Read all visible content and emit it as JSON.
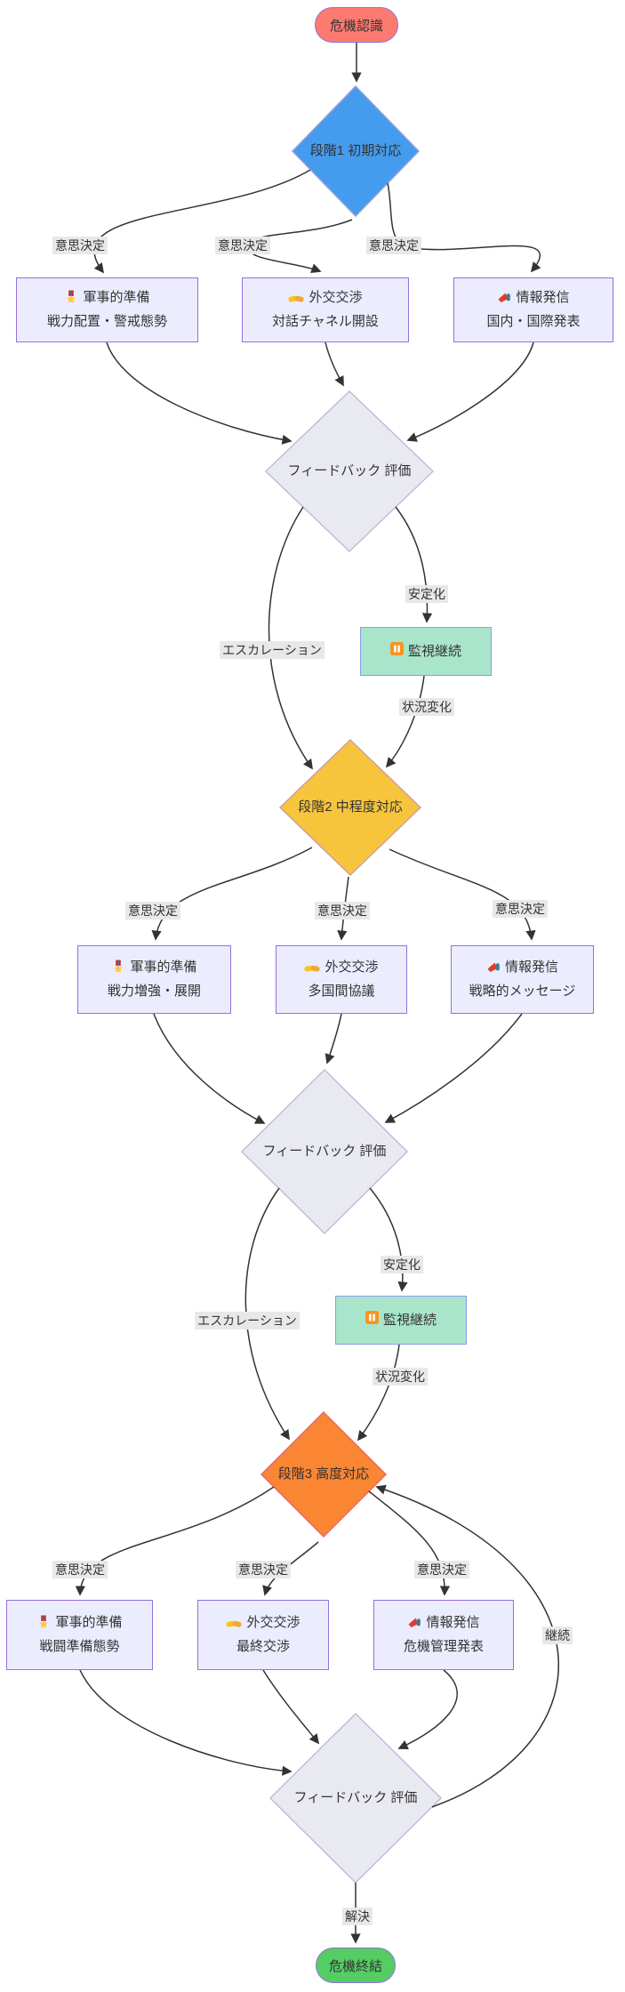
{
  "diagram_title": "crisis-response-flowchart",
  "colors": {
    "start_node": "#FC7A70",
    "end_node": "#54CE63",
    "stage1": "#459BED",
    "stage2": "#F7C53C",
    "stage3": "#FA8532",
    "action_box": "#ECECFF",
    "action_border": "#9370DB",
    "feedback": "#E9EAF1",
    "monitor_box": "#A9E5CB",
    "pause_icon": "#F7941D",
    "edge": "#333333",
    "edge_label_bg": "#E8E8E8"
  },
  "nodes": {
    "start": {
      "label": "危機認識"
    },
    "stage1": {
      "title": "段階1",
      "subtitle": "初期対応"
    },
    "mil1": {
      "icon": "military-medal",
      "title": "軍事的準備",
      "subtitle": "戦力配置・警戒態勢"
    },
    "dip1": {
      "icon": "handshake",
      "title": "外交交渉",
      "subtitle": "対話チャネル開設"
    },
    "info1": {
      "icon": "megaphone",
      "title": "情報発信",
      "subtitle": "国内・国際発表"
    },
    "feedback1": {
      "title": "フィードバック",
      "subtitle": "評価"
    },
    "monitor1": {
      "icon": "pause-button",
      "label": "監視継続"
    },
    "stage2": {
      "title": "段階2",
      "subtitle": "中程度対応"
    },
    "mil2": {
      "icon": "military-medal",
      "title": "軍事的準備",
      "subtitle": "戦力増強・展開"
    },
    "dip2": {
      "icon": "handshake",
      "title": "外交交渉",
      "subtitle": "多国間協議"
    },
    "info2": {
      "icon": "megaphone",
      "title": "情報発信",
      "subtitle": "戦略的メッセージ"
    },
    "feedback2": {
      "title": "フィードバック",
      "subtitle": "評価"
    },
    "monitor2": {
      "icon": "pause-button",
      "label": "監視継続"
    },
    "stage3": {
      "title": "段階3",
      "subtitle": "高度対応"
    },
    "mil3": {
      "icon": "military-medal",
      "title": "軍事的準備",
      "subtitle": "戦闘準備態勢"
    },
    "dip3": {
      "icon": "handshake",
      "title": "外交交渉",
      "subtitle": "最終交渉"
    },
    "info3": {
      "icon": "megaphone",
      "title": "情報発信",
      "subtitle": "危機管理発表"
    },
    "feedback3": {
      "title": "フィードバック",
      "subtitle": "評価"
    },
    "end": {
      "label": "危機終結"
    }
  },
  "edge_labels": {
    "decision": "意思決定",
    "stabilized": "安定化",
    "escalation": "エスカレーション",
    "situation_change": "状況変化",
    "continue": "継続",
    "resolved": "解決"
  }
}
